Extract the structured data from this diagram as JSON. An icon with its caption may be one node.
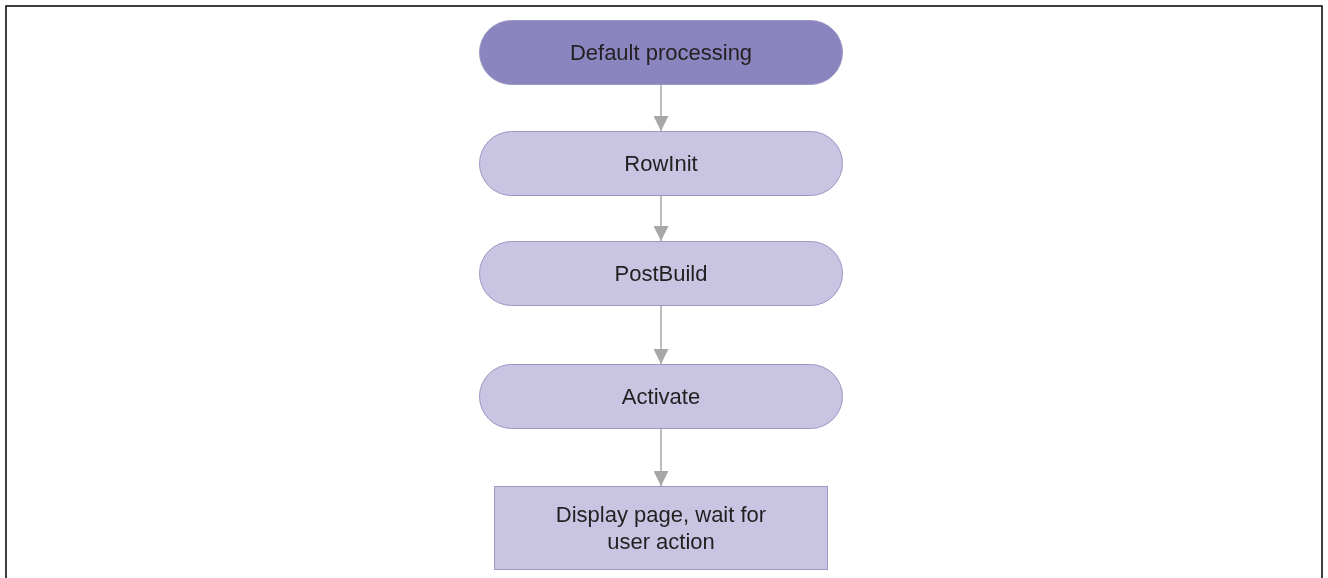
{
  "diagram": {
    "nodes": [
      {
        "text": [
          "Default processing"
        ]
      },
      {
        "text": [
          "RowInit"
        ]
      },
      {
        "text": [
          "PostBuild"
        ]
      },
      {
        "text": [
          "Activate"
        ]
      },
      {
        "text": [
          "Display page, wait for user action"
        ]
      }
    ],
    "edges": [
      {
        "from": 0,
        "to": 1,
        "arrow": "to"
      },
      {
        "from": 1,
        "to": 2,
        "arrow": "to"
      },
      {
        "from": 2,
        "to": 3,
        "arrow": "to"
      },
      {
        "from": 3,
        "to": 4,
        "arrow": "to"
      }
    ]
  }
}
